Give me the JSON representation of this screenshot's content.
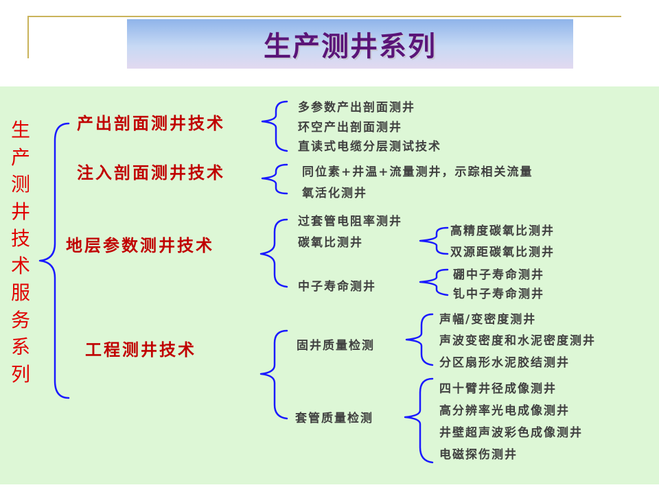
{
  "title": "生产测井系列",
  "root_label": [
    "生",
    "产",
    "测",
    "井",
    "技",
    "术",
    "服",
    "务",
    "系",
    "列"
  ],
  "categories": [
    {
      "label": "产出剖面测井技术",
      "items": [
        "多参数产出剖面测井",
        "环空产出剖面测井",
        "直读式电缆分层测试技术"
      ]
    },
    {
      "label": "注入剖面测井技术",
      "items": [
        "同位素+井温+流量测井，示踪相关流量",
        "氧活化测井"
      ]
    },
    {
      "label": "地层参数测井技术",
      "items": [
        "过套管电阻率测井",
        "碳氧比测井",
        "中子寿命测井"
      ],
      "sub": {
        "carbon_oxygen": [
          "高精度碳氧比测井",
          "双源距碳氧比测井"
        ],
        "neutron_life": [
          "硼中子寿命测井",
          "钆中子寿命测井"
        ]
      }
    },
    {
      "label": "工程测井技术",
      "items": [
        "固井质量检测",
        "套管质量检测"
      ],
      "sub": {
        "cement": [
          "声幅/变密度测井",
          "声波变密度和水泥密度测井",
          "分区扇形水泥胶结测井"
        ],
        "casing": [
          "四十臂井径成像测井",
          "高分辨率光电成像测井",
          "井壁超声波彩色成像测井",
          "电磁探伤测井"
        ]
      }
    }
  ]
}
